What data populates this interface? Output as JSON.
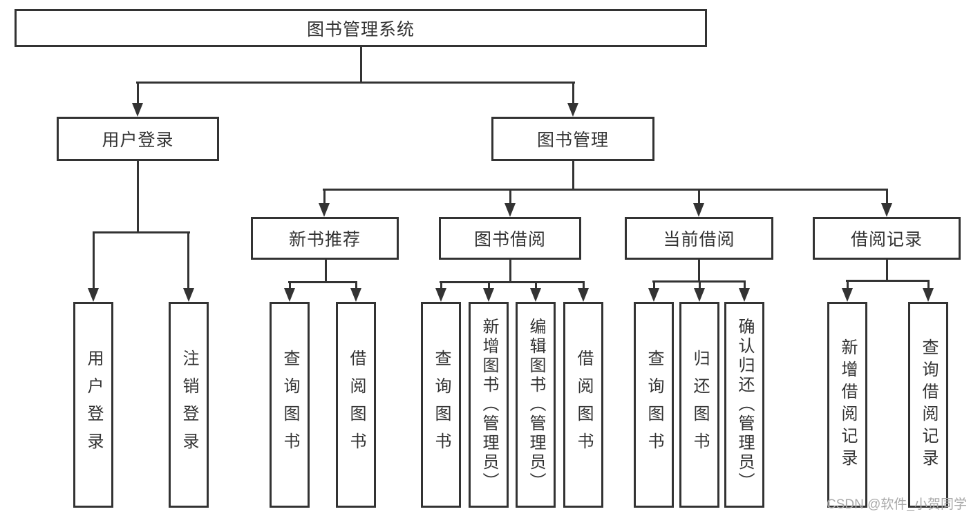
{
  "diagram": {
    "title": "图书管理系统",
    "branches": [
      {
        "label": "用户登录",
        "children": [
          "用户登录",
          "注销登录"
        ]
      },
      {
        "label": "图书管理",
        "sections": [
          {
            "label": "新书推荐",
            "children": [
              "查询图书",
              "借阅图书"
            ]
          },
          {
            "label": "图书借阅",
            "children": [
              "查询图书",
              "新增图书（管理员）",
              "编辑图书（管理员）",
              "借阅图书"
            ]
          },
          {
            "label": "当前借阅",
            "children": [
              "查询图书",
              "归还图书",
              "确认归还（管理员）"
            ]
          },
          {
            "label": "借阅记录",
            "children": [
              "新增借阅记录",
              "查询借阅记录"
            ]
          }
        ]
      }
    ],
    "watermark": "CSDN @软件_小贺同学"
  },
  "colors": {
    "line": "#333333",
    "text": "#333333",
    "background": "#ffffff",
    "watermark": "#a9a9a9"
  }
}
